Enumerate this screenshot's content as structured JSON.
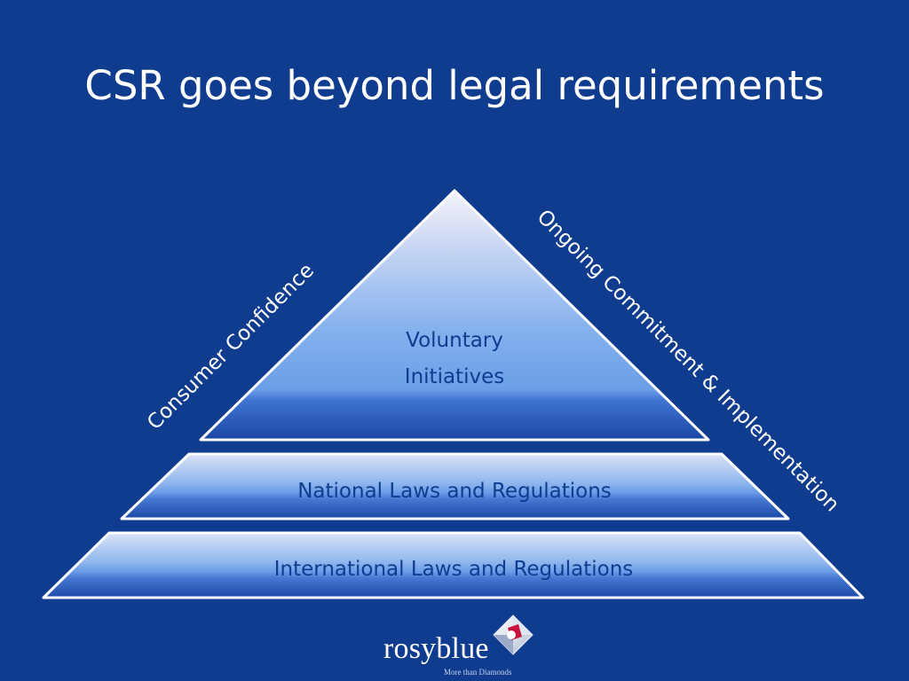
{
  "slide": {
    "title": "CSR goes beyond legal requirements"
  },
  "pyramid": {
    "top_line1": "Voluntary",
    "top_line2": "Initiatives",
    "middle": "National Laws and Regulations",
    "bottom": "International Laws and Regulations",
    "left_side_label": "Consumer Confidence",
    "right_side_label": "Ongoing Commitment & Implementation"
  },
  "logo": {
    "wordmark": "rosyblue",
    "tagline": "More than Diamonds"
  },
  "colors": {
    "background": "#0f3c8e",
    "text_light": "#ffffff",
    "text_dark": "#0f3c8e"
  },
  "icons": {
    "logo_mark": "diamond-logo-icon"
  }
}
